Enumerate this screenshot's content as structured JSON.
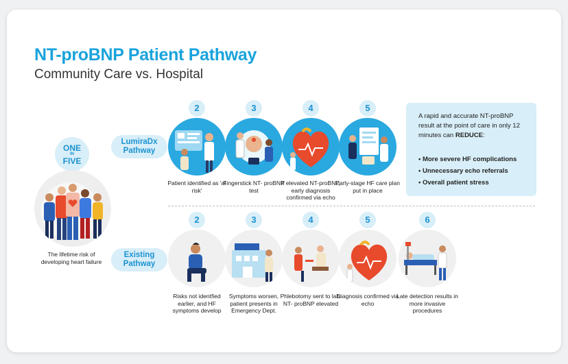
{
  "title": "NT-proBNP Patient Pathway",
  "subtitle": "Community Care vs. Hospital",
  "one_in_five": {
    "line1": "ONE",
    "line2": "IN",
    "line3": "FIVE"
  },
  "risk_caption": "The lifetime risk of developing heart failure",
  "lumiradx": {
    "label_line1": "LumiraDx",
    "label_line2": "Pathway",
    "steps": [
      {
        "num": "2",
        "caption": "Patient identified as 'at risk'",
        "icon": "clinician-reviewing-chart-icon"
      },
      {
        "num": "3",
        "caption": "Fingerstick NT- proBNP test",
        "icon": "fingerstick-test-icon"
      },
      {
        "num": "4",
        "caption": "If elevated NT-proBNP, early diagnosis confirmed via echo",
        "icon": "heart-echo-icon"
      },
      {
        "num": "5",
        "caption": "Early-stage HF care plan put in place",
        "icon": "care-plan-icon"
      }
    ]
  },
  "existing": {
    "label_line1": "Existing",
    "label_line2": "Pathway",
    "steps": [
      {
        "num": "2",
        "caption": "Risks not identfied earlier, and HF symptoms develop",
        "icon": "distressed-patient-icon"
      },
      {
        "num": "3",
        "caption": "Symptoms worsen, patient presents in Emergency Dept.",
        "icon": "hospital-icon"
      },
      {
        "num": "4",
        "caption": "Phlebotomy sent to lab. NT- proBNP elevated",
        "icon": "phlebotomy-icon"
      },
      {
        "num": "5",
        "caption": "Diagnosis confirmed via echo",
        "icon": "heart-echo-icon"
      },
      {
        "num": "6",
        "caption": "Late detection results in more invasive procedures",
        "icon": "hospital-bed-icon"
      }
    ]
  },
  "info": {
    "text": "A rapid and accurate NT-proBNP result at the point of care in only 12 minutes can REDUCE:",
    "bullets": [
      "More severe HF complications",
      "Unnecessary echo referrals",
      "Overall patient stress"
    ]
  },
  "colors": {
    "accent": "#1aa3dc",
    "light": "#d8eef8",
    "heart": "#e84a2c"
  }
}
